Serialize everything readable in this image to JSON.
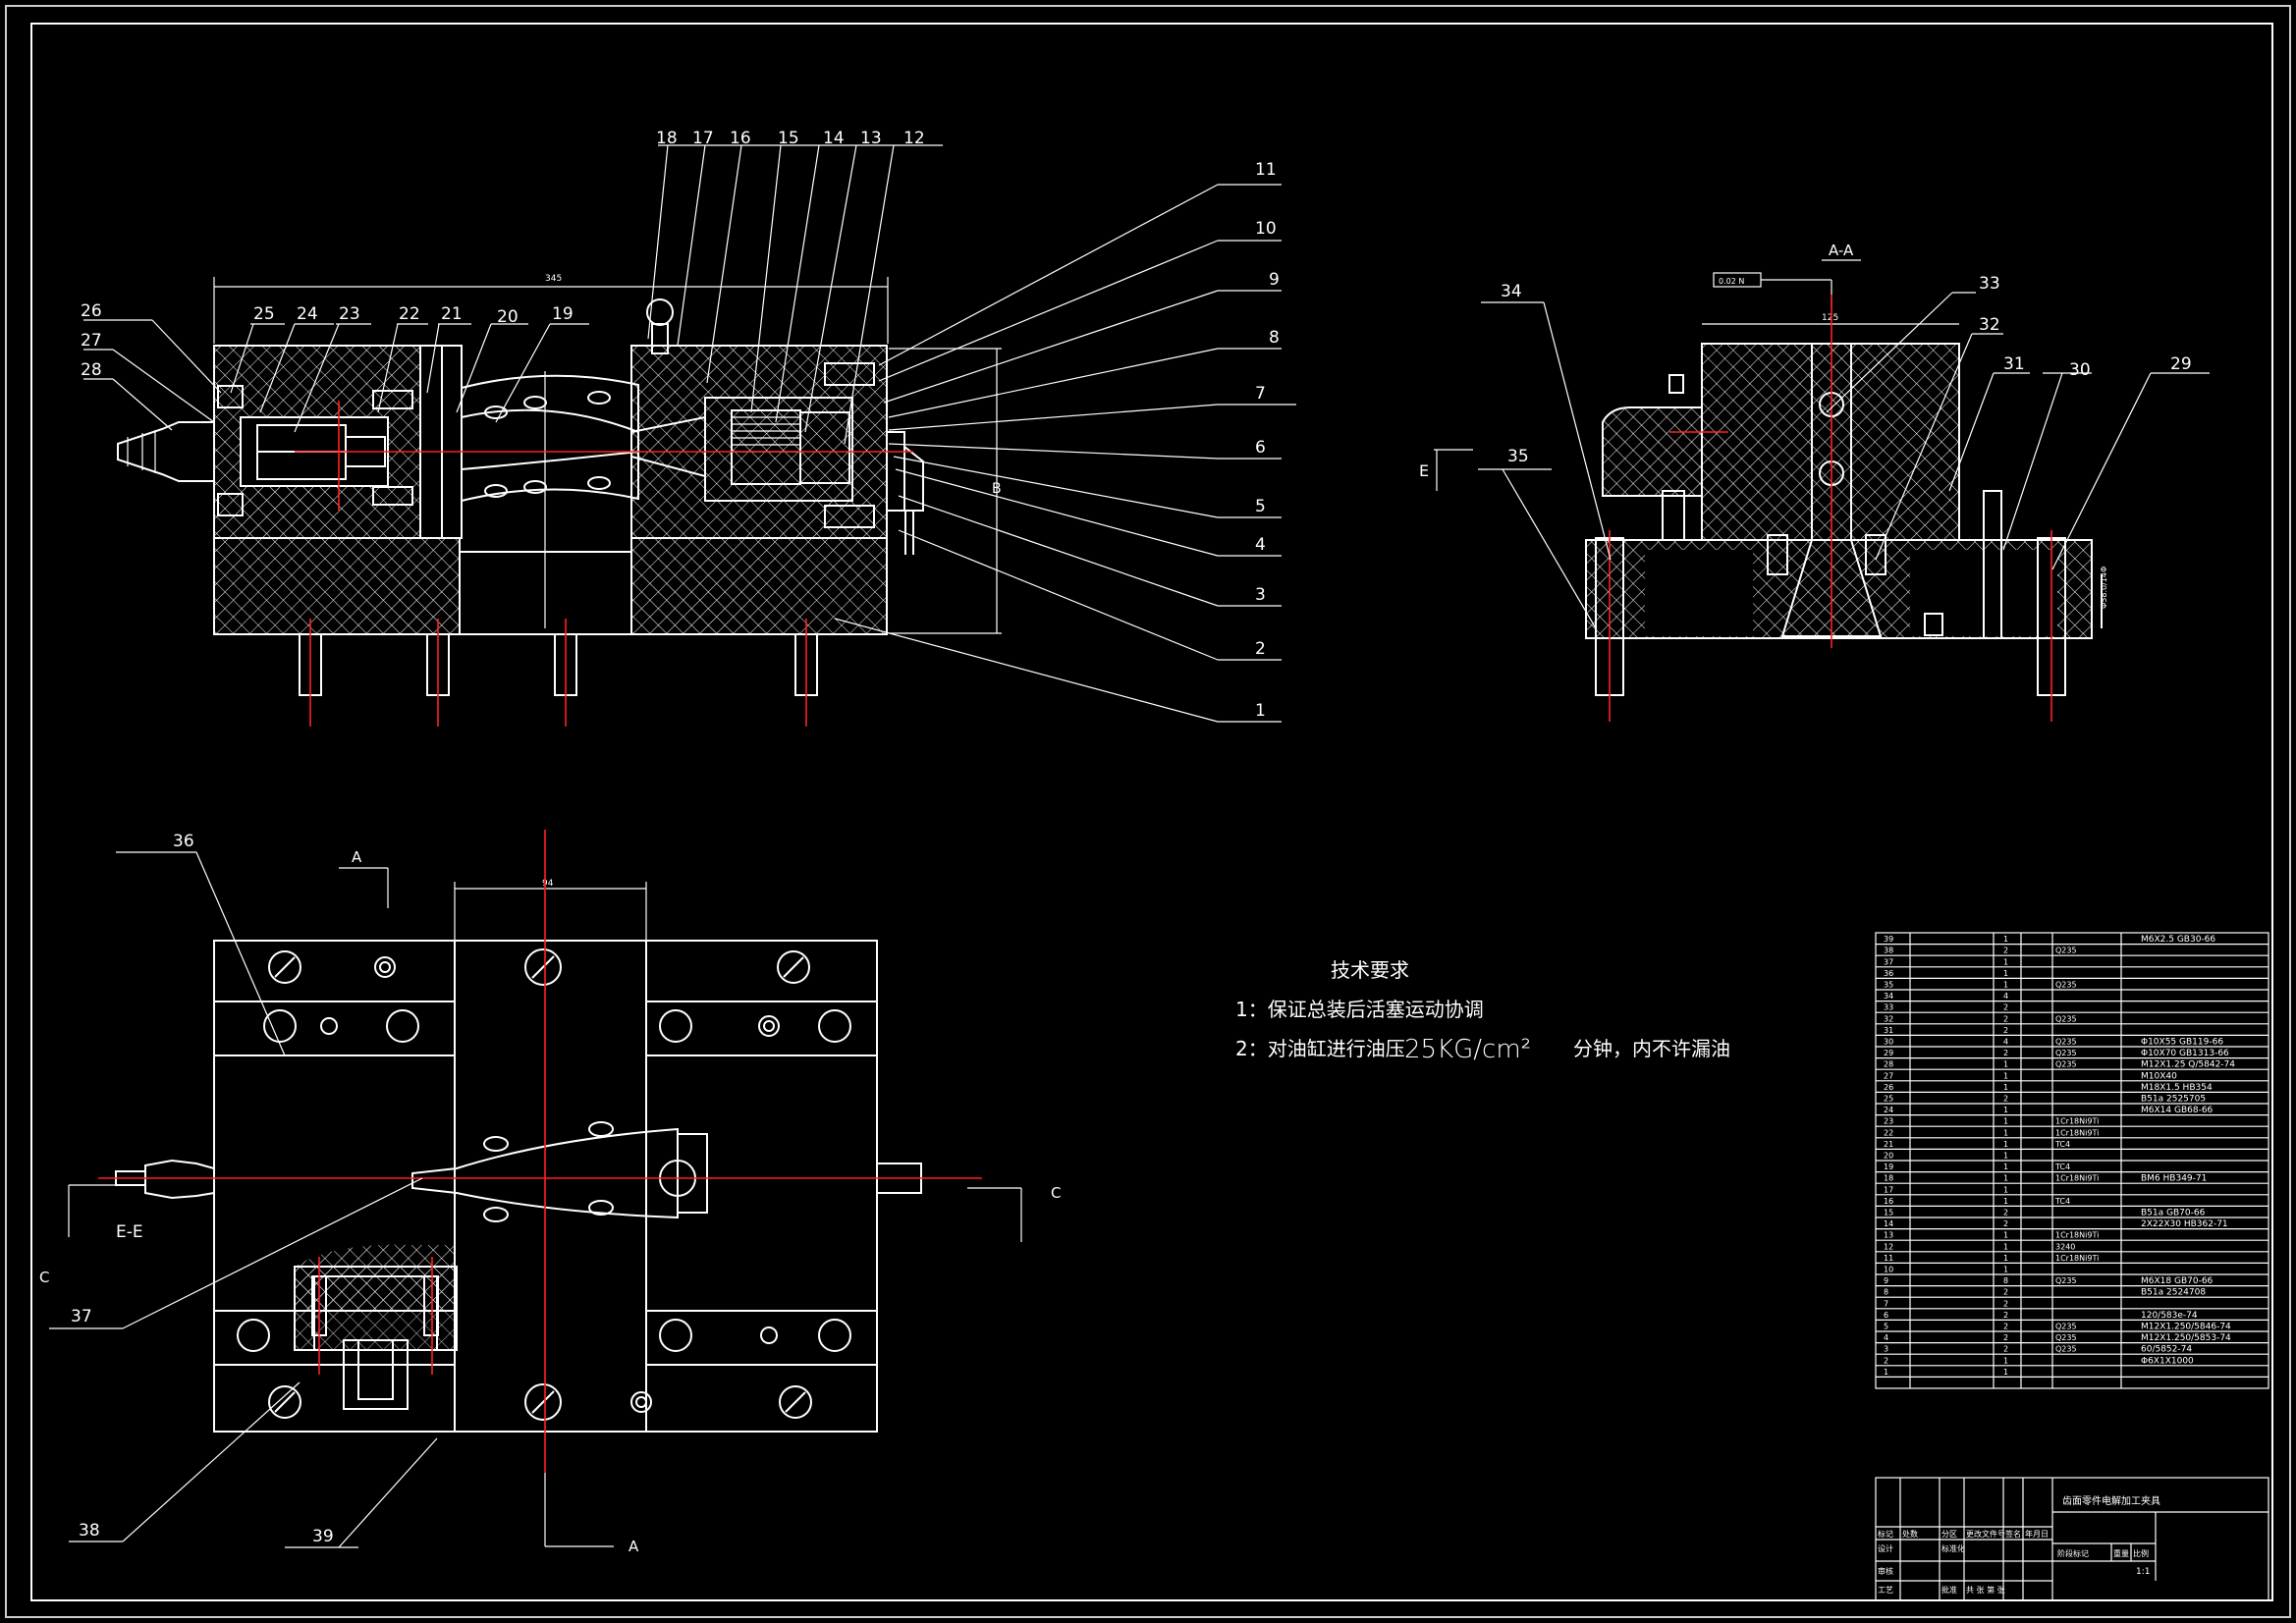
{
  "balloons_front": [
    "18",
    "17",
    "16",
    "15",
    "14",
    "13",
    "12",
    "11",
    "10",
    "9",
    "8",
    "7",
    "6",
    "5",
    "4",
    "3",
    "2",
    "1"
  ],
  "balloons_left": [
    "26",
    "27",
    "28",
    "25",
    "24",
    "23",
    "22",
    "21",
    "20",
    "19"
  ],
  "balloons_section": [
    "34",
    "35",
    "33",
    "32",
    "31",
    "30",
    "29"
  ],
  "balloons_plan": [
    "36",
    "37",
    "38",
    "39"
  ],
  "dims": {
    "overall": "345",
    "plan_width": "94",
    "section_width": "125",
    "height_b": "B"
  },
  "section_title": "A-A",
  "section_tolerance": "0.02 N",
  "view_marks": {
    "a_top": "A",
    "a_bottom": "A",
    "c_left": "C",
    "c_right": "C",
    "e": "E",
    "ee": "E-E"
  },
  "tech_req": {
    "title": "技术要求",
    "line1": "1：保证总装后活塞运动协调",
    "line2_pre": "2：对油缸进行油压",
    "line2_big": "25KG/cm²",
    "line2_post": "分钟，内不许漏油"
  },
  "bom": [
    {
      "no": "39",
      "qty": "1",
      "mat": "",
      "std": "M6X2.5  GB30-66"
    },
    {
      "no": "38",
      "qty": "2",
      "mat": "Q235",
      "std": ""
    },
    {
      "no": "37",
      "qty": "1",
      "mat": "",
      "std": ""
    },
    {
      "no": "36",
      "qty": "1",
      "mat": "",
      "std": ""
    },
    {
      "no": "35",
      "qty": "1",
      "mat": "Q235",
      "std": ""
    },
    {
      "no": "34",
      "qty": "4",
      "mat": "",
      "std": ""
    },
    {
      "no": "33",
      "qty": "2",
      "mat": "",
      "std": ""
    },
    {
      "no": "32",
      "qty": "2",
      "mat": "Q235",
      "std": ""
    },
    {
      "no": "31",
      "qty": "2",
      "mat": "",
      "std": ""
    },
    {
      "no": "30",
      "qty": "4",
      "mat": "Q235",
      "std": "Φ10X55  GB119-66"
    },
    {
      "no": "29",
      "qty": "2",
      "mat": "Q235",
      "std": "Φ10X70  GB1313-66"
    },
    {
      "no": "28",
      "qty": "1",
      "mat": "Q235",
      "std": "M12X1.25  Q/5842-74"
    },
    {
      "no": "27",
      "qty": "1",
      "mat": "",
      "std": "M10X40"
    },
    {
      "no": "26",
      "qty": "1",
      "mat": "",
      "std": "M18X1.5  HB354"
    },
    {
      "no": "25",
      "qty": "2",
      "mat": "",
      "std": "B51a  2525705"
    },
    {
      "no": "24",
      "qty": "1",
      "mat": "",
      "std": "M6X14  GB68-66"
    },
    {
      "no": "23",
      "qty": "1",
      "mat": "1Cr18Ni9Ti",
      "std": ""
    },
    {
      "no": "22",
      "qty": "1",
      "mat": "1Cr18Ni9Ti",
      "std": ""
    },
    {
      "no": "21",
      "qty": "1",
      "mat": "TC4",
      "std": ""
    },
    {
      "no": "20",
      "qty": "1",
      "mat": "",
      "std": ""
    },
    {
      "no": "19",
      "qty": "1",
      "mat": "TC4",
      "std": ""
    },
    {
      "no": "18",
      "qty": "1",
      "mat": "1Cr18Ni9Ti",
      "std": "BM6  HB349-71"
    },
    {
      "no": "17",
      "qty": "1",
      "mat": "",
      "std": ""
    },
    {
      "no": "16",
      "qty": "1",
      "mat": "TC4",
      "std": ""
    },
    {
      "no": "15",
      "qty": "2",
      "mat": "",
      "std": "B51a  GB70-66"
    },
    {
      "no": "14",
      "qty": "2",
      "mat": "",
      "std": "2X22X30  HB362-71"
    },
    {
      "no": "13",
      "qty": "1",
      "mat": "1Cr18Ni9Ti",
      "std": ""
    },
    {
      "no": "12",
      "qty": "1",
      "mat": "3240",
      "std": ""
    },
    {
      "no": "11",
      "qty": "1",
      "mat": "1Cr18Ni9Ti",
      "std": ""
    },
    {
      "no": "10",
      "qty": "1",
      "mat": "",
      "std": ""
    },
    {
      "no": "9",
      "qty": "8",
      "mat": "Q235",
      "std": "M6X18  GB70-66"
    },
    {
      "no": "8",
      "qty": "2",
      "mat": "",
      "std": "B51a  2524708"
    },
    {
      "no": "7",
      "qty": "2",
      "mat": "",
      "std": ""
    },
    {
      "no": "6",
      "qty": "2",
      "mat": "",
      "std": "120/583e-74"
    },
    {
      "no": "5",
      "qty": "2",
      "mat": "Q235",
      "std": "M12X1.250/5846-74"
    },
    {
      "no": "4",
      "qty": "2",
      "mat": "Q235",
      "std": "M12X1.250/5853-74"
    },
    {
      "no": "3",
      "qty": "2",
      "mat": "Q235",
      "std": "60/5852-74"
    },
    {
      "no": "2",
      "qty": "1",
      "mat": "",
      "std": "Φ6X1X1000"
    },
    {
      "no": "1",
      "qty": "1",
      "mat": "",
      "std": ""
    }
  ],
  "title_block": {
    "name": "齿面零件电解加工夹具",
    "scale_value": "1:1",
    "labels": [
      "标记",
      "处数",
      "分区",
      "更改文件号",
      "签名",
      "年月日",
      "设计",
      "标准化",
      "阶段标记",
      "重量",
      "比例",
      "审核",
      "工艺",
      "批准",
      "共 张 第 张"
    ]
  }
}
